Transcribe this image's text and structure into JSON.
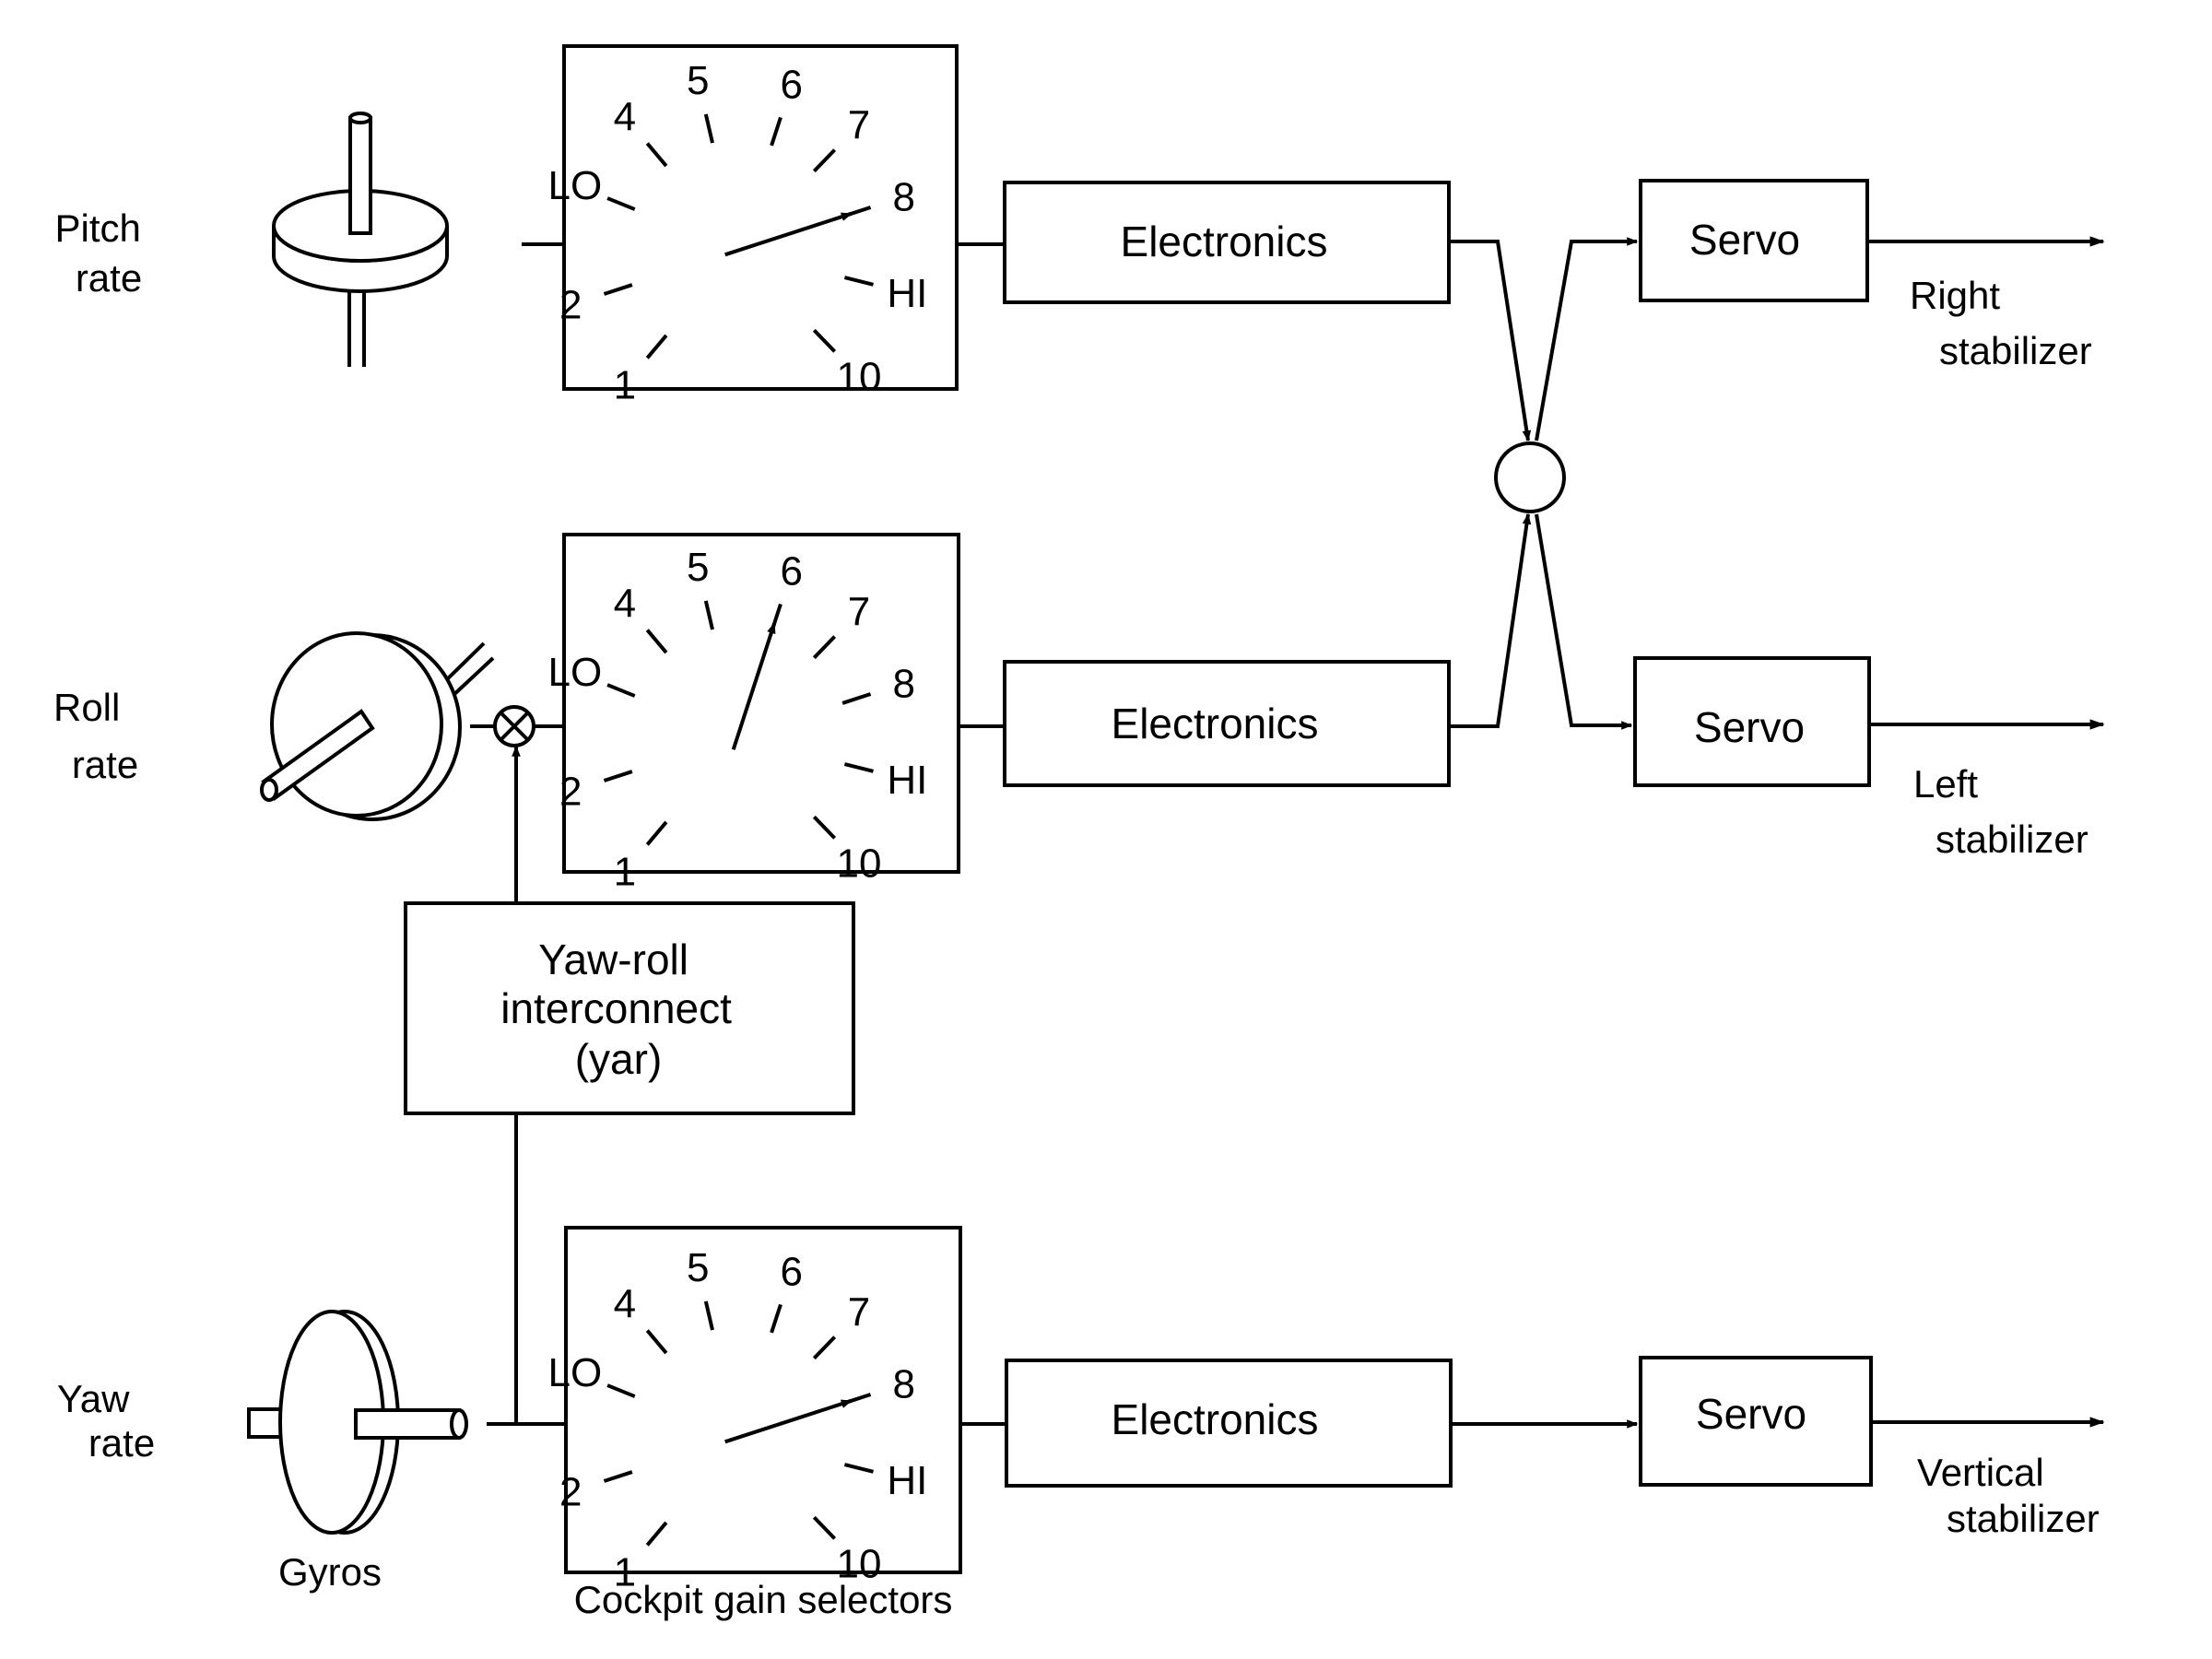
{
  "signals": {
    "pitch": [
      "Pitch",
      "rate"
    ],
    "roll": [
      "Roll",
      "rate"
    ],
    "yaw": [
      "Yaw",
      "rate"
    ]
  },
  "dial_labels": [
    "1",
    "2",
    "LO",
    "4",
    "5",
    "6",
    "7",
    "8",
    "HI",
    "10"
  ],
  "dial_pointer_settings": {
    "pitch": "8",
    "roll": "6",
    "yaw": "8"
  },
  "electronics_label": "Electronics",
  "servo_label": "Servo",
  "outputs": {
    "right": [
      "Right",
      "stabilizer"
    ],
    "left": [
      "Left",
      "stabilizer"
    ],
    "vertical": [
      "Vertical",
      "stabilizer"
    ]
  },
  "yaw_roll_box": [
    "Yaw-roll",
    "interconnect",
    "(yar)"
  ],
  "captions": {
    "gyros": "Gyros",
    "gain_selectors": "Cockpit gain selectors"
  }
}
